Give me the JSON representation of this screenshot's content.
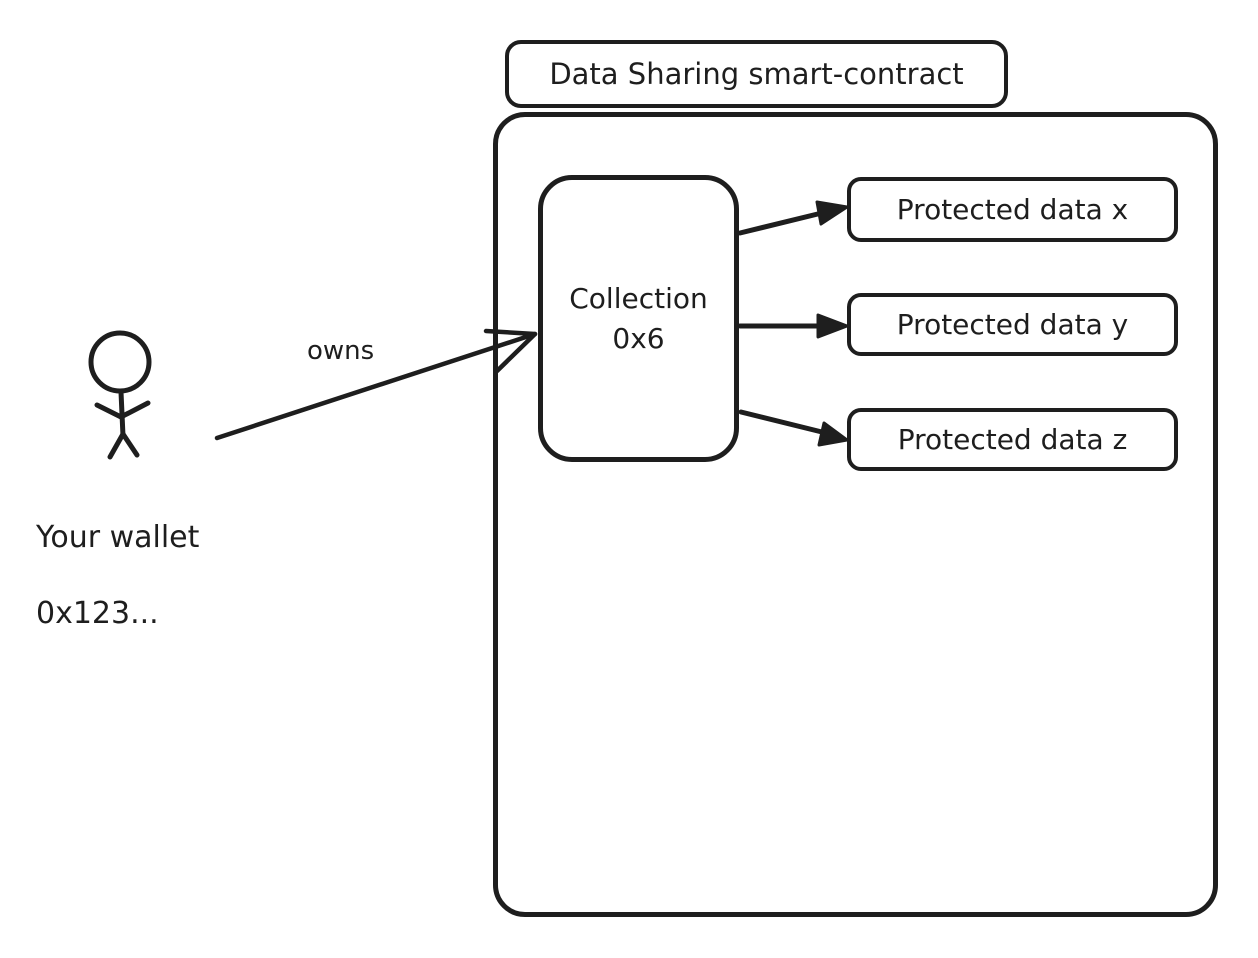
{
  "diagram": {
    "title_box": {
      "label": "Data Sharing smart-contract"
    },
    "container": {
      "name": "smart contract container"
    },
    "collection_box": {
      "line1": "Collection",
      "line2": "0x6"
    },
    "protected_data": [
      {
        "label": "Protected data x"
      },
      {
        "label": "Protected data y"
      },
      {
        "label": "Protected data z"
      }
    ],
    "wallet": {
      "line1": "Your wallet",
      "line2": "0x123..."
    },
    "owns_label": "owns",
    "colors": {
      "stroke": "#1e1e1e",
      "background": "#ffffff"
    }
  }
}
